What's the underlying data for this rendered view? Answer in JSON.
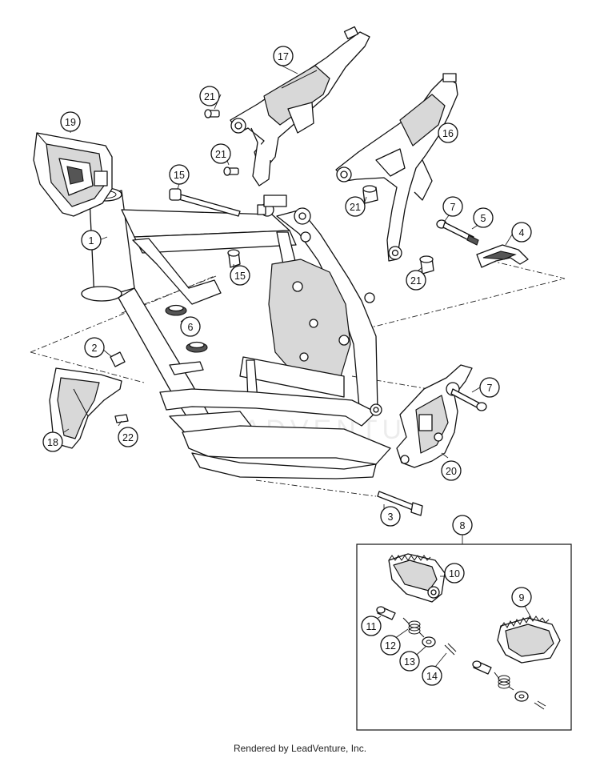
{
  "diagram": {
    "watermark": "LEADVENTURE",
    "footer_text": "Rendered by LeadVenture, Inc.",
    "group_box_callout": "8",
    "callouts": [
      "1",
      "2",
      "3",
      "4",
      "5",
      "6",
      "7",
      "7",
      "9",
      "10",
      "11",
      "12",
      "13",
      "14",
      "15",
      "15",
      "16",
      "17",
      "18",
      "19",
      "20",
      "21",
      "21",
      "21",
      "21",
      "22"
    ]
  }
}
